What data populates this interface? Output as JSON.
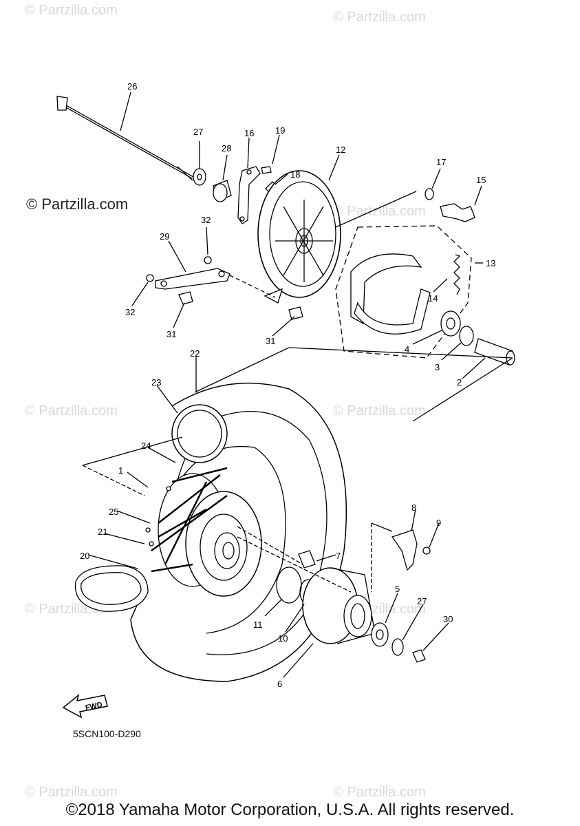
{
  "watermark_text": "© Partzilla.com",
  "brand_text": "© Partzilla.com",
  "diagram_code": "5SCN100-D290",
  "copyright": "©2018 Yamaha Motor Corporation, U.S.A. All rights reserved.",
  "fwd_label": "FWD",
  "callouts": [
    "1",
    "2",
    "3",
    "4",
    "5",
    "6",
    "7",
    "8",
    "9",
    "10",
    "11",
    "12",
    "13",
    "14",
    "15",
    "16",
    "17",
    "18",
    "19",
    "20",
    "21",
    "22",
    "23",
    "24",
    "25",
    "26",
    "27",
    "27",
    "28",
    "29",
    "30",
    "31",
    "31",
    "32",
    "32"
  ]
}
